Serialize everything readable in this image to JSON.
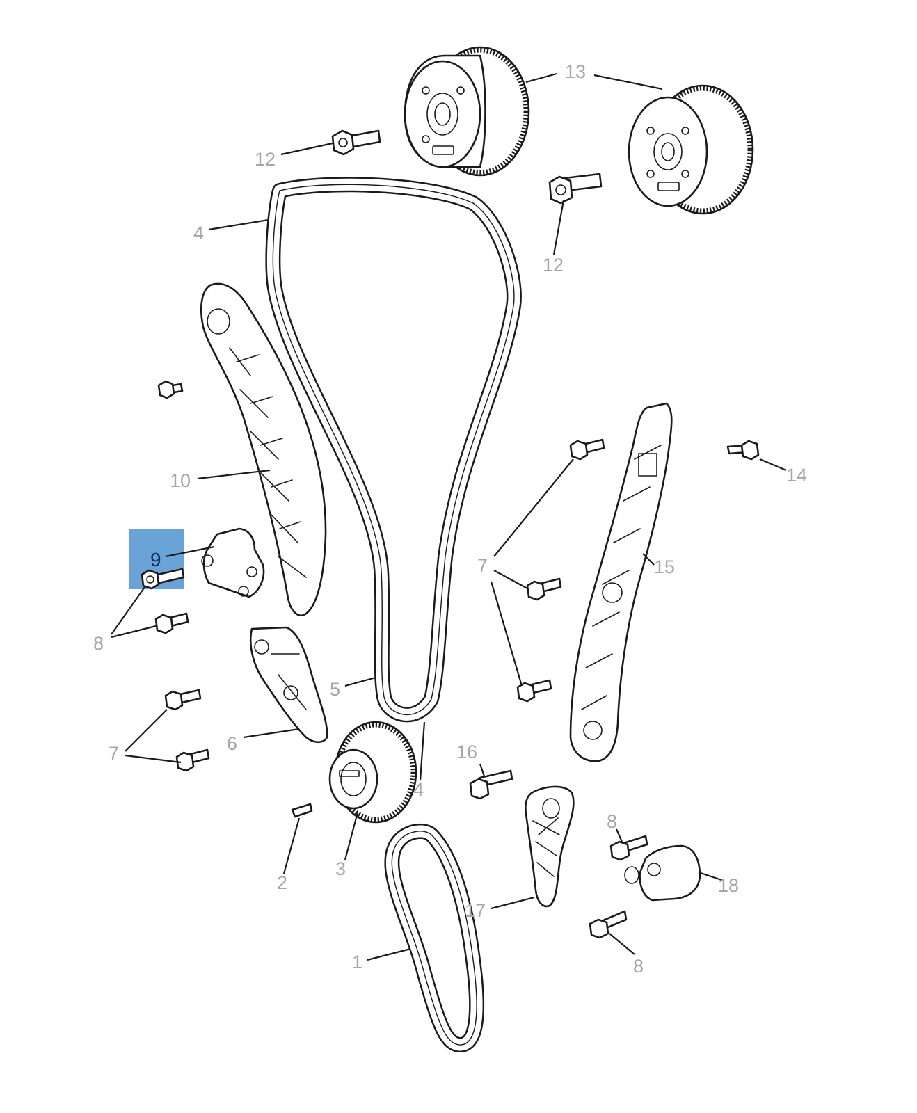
{
  "diagram": {
    "highlight_color": "#6aa3d6",
    "label_color": "#a6a6a6",
    "active_label_color": "#0b2f63",
    "active_callout": "9",
    "callouts": {
      "c1": "1",
      "c2": "2",
      "c3": "3",
      "c4a": "4",
      "c4b": "4",
      "c5": "5",
      "c6": "6",
      "c7a": "7",
      "c7b": "7",
      "c8a": "8",
      "c8b": "8",
      "c8c": "8",
      "c9": "9",
      "c10": "10",
      "c12a": "12",
      "c12b": "12",
      "c13": "13",
      "c14": "14",
      "c15": "15",
      "c16": "16",
      "c17": "17",
      "c18": "18"
    }
  }
}
